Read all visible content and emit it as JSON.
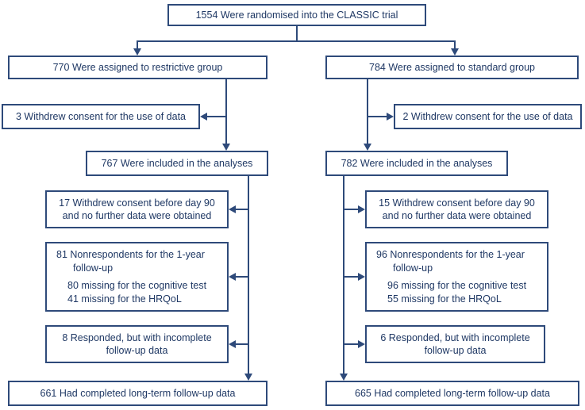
{
  "colors": {
    "line": "#2e4a7a",
    "text": "#1f3864",
    "background": "#ffffff"
  },
  "diagram": {
    "randomised": "1554 Were randomised into the CLASSIC trial",
    "groups": [
      {
        "name": "restrictive",
        "assigned": "770 Were assigned to restrictive group",
        "withdrew_consent": "3 Withdrew consent for the use of data",
        "included": "767 Were included in the analyses",
        "withdrew_day90": [
          "17 Withdrew consent before day 90",
          "and no further data were obtained"
        ],
        "nonrespondents": [
          "81 Nonrespondents for the 1-year",
          "follow-up"
        ],
        "missing_cognitive": "80 missing for the cognitive test",
        "missing_hrqol": "41 missing for the HRQoL",
        "incomplete": [
          "8 Responded, but with incomplete",
          "follow-up data"
        ],
        "completed": "661 Had completed long-term follow-up data"
      },
      {
        "name": "standard",
        "assigned": "784 Were assigned to standard group",
        "withdrew_consent": "2 Withdrew consent for the use of data",
        "included": "782 Were included in the analyses",
        "withdrew_day90": [
          "15 Withdrew consent before day 90",
          "and no further data were obtained"
        ],
        "nonrespondents": [
          "96 Nonrespondents for the 1-year",
          "follow-up"
        ],
        "missing_cognitive": "96 missing for the cognitive test",
        "missing_hrqol": "55 missing for the HRQoL",
        "incomplete": [
          "6 Responded, but with incomplete",
          "follow-up data"
        ],
        "completed": "665 Had completed long-term follow-up data"
      }
    ]
  }
}
